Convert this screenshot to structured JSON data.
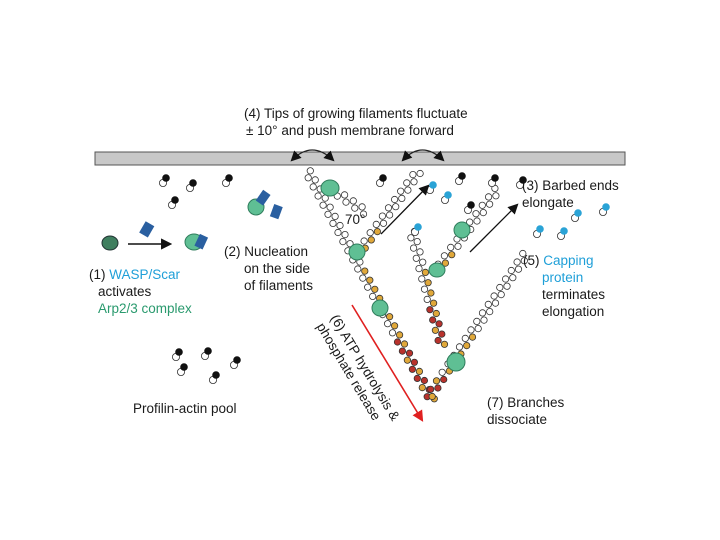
{
  "labels": {
    "step4_line1": "(4) Tips of growing filaments fluctuate",
    "step4_line2": "± 10° and push membrane forward",
    "step3_line1": "(3) Barbed ends",
    "step3_line2": "elongate",
    "angle": "70°",
    "step2_line1": "(2) Nucleation",
    "step2_line2": "on the side",
    "step2_line3": "of filaments",
    "step1_num": "(1) ",
    "step1_wasp": "WASP/Scar",
    "step1_line2": "activates",
    "step1_line3": "Arp2/3 complex",
    "step5_num": "(5) ",
    "step5_capping": "Capping",
    "step5_protein": "protein",
    "step5_line3": "terminates",
    "step5_line4": "elongation",
    "step6_line1": "(6) ATP hydrolysis &",
    "step6_line2": "phosphate release",
    "step7_line1": "(7) Branches",
    "step7_line2": "dissociate",
    "pool": "Profilin-actin pool"
  },
  "colors": {
    "membrane": "#c8c8c8",
    "atp_subunit": "#ffffff",
    "adp_pi_subunit": "#e0a83a",
    "adp_subunit": "#b8322c",
    "arp23": "#5fbf94",
    "wasp": "#2a5fa0",
    "capping_protein": "#2aa3d6",
    "profilin": "#111111",
    "arrow_red": "#e02020"
  }
}
